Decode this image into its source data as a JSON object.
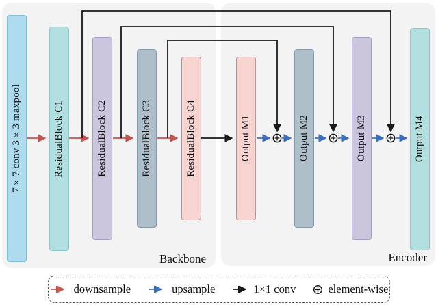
{
  "figure": {
    "panels": {
      "backbone": {
        "label": "Backbone"
      },
      "encoder": {
        "label": "Encoder"
      }
    },
    "backbone_blocks": [
      {
        "id": "stem",
        "label": "7×7 conv 3×3 maxpool",
        "color": "#aedcee"
      },
      {
        "id": "c1",
        "label": "ResidualBlock C1",
        "color": "#b2dfe0"
      },
      {
        "id": "c2",
        "label": "ResidualBlock C2",
        "color": "#ccc5de"
      },
      {
        "id": "c3",
        "label": "ResidualBlock C3",
        "color": "#afbfca"
      },
      {
        "id": "c4",
        "label": "ResidualBlock C4",
        "color": "#f6d4d0"
      }
    ],
    "encoder_blocks": [
      {
        "id": "m1",
        "label": "Output M1",
        "color": "#f6d4d0"
      },
      {
        "id": "m2",
        "label": "Output M2",
        "color": "#afbfca"
      },
      {
        "id": "m3",
        "label": "Output M3",
        "color": "#ccc5de"
      },
      {
        "id": "m4",
        "label": "Output M4",
        "color": "#b2dfe0"
      }
    ],
    "connections": {
      "downsample_color": "#c4544c",
      "upsample_color": "#3a6fbf",
      "conv_color": "#1a1a1a",
      "skips": [
        {
          "from": "C1",
          "to": "add-before-M4"
        },
        {
          "from": "C2",
          "to": "add-before-M3"
        },
        {
          "from": "C3",
          "to": "add-before-M2"
        }
      ]
    },
    "legend": {
      "items": [
        {
          "symbol": "downsample-arrow",
          "label": "downsample"
        },
        {
          "symbol": "upsample-arrow",
          "label": "upsample"
        },
        {
          "symbol": "conv1x1-arrow",
          "label": "1×1 conv"
        },
        {
          "symbol": "element-wise-plus",
          "label": "element-wise"
        }
      ]
    }
  }
}
